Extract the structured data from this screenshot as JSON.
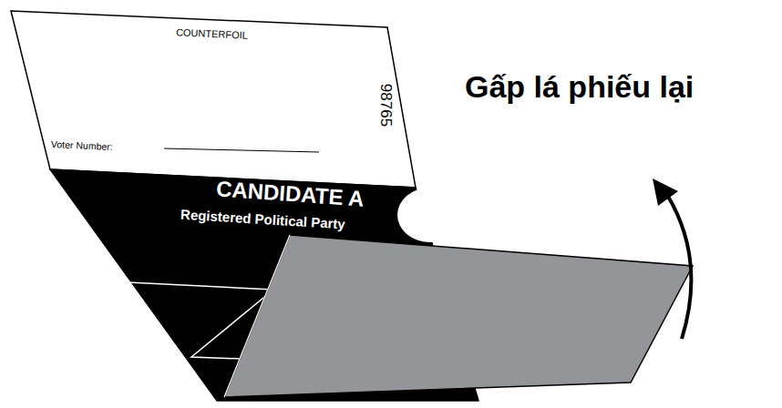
{
  "diagram": {
    "nodes": [
      {
        "text": [
          "COUNTERFOIL",
          "Voter Number:",
          "98765"
        ]
      },
      {
        "text": [
          "CANDIDATE A",
          "Registered Political Party"
        ]
      }
    ],
    "labels": [
      "Gấp lá phiếu lại"
    ]
  }
}
